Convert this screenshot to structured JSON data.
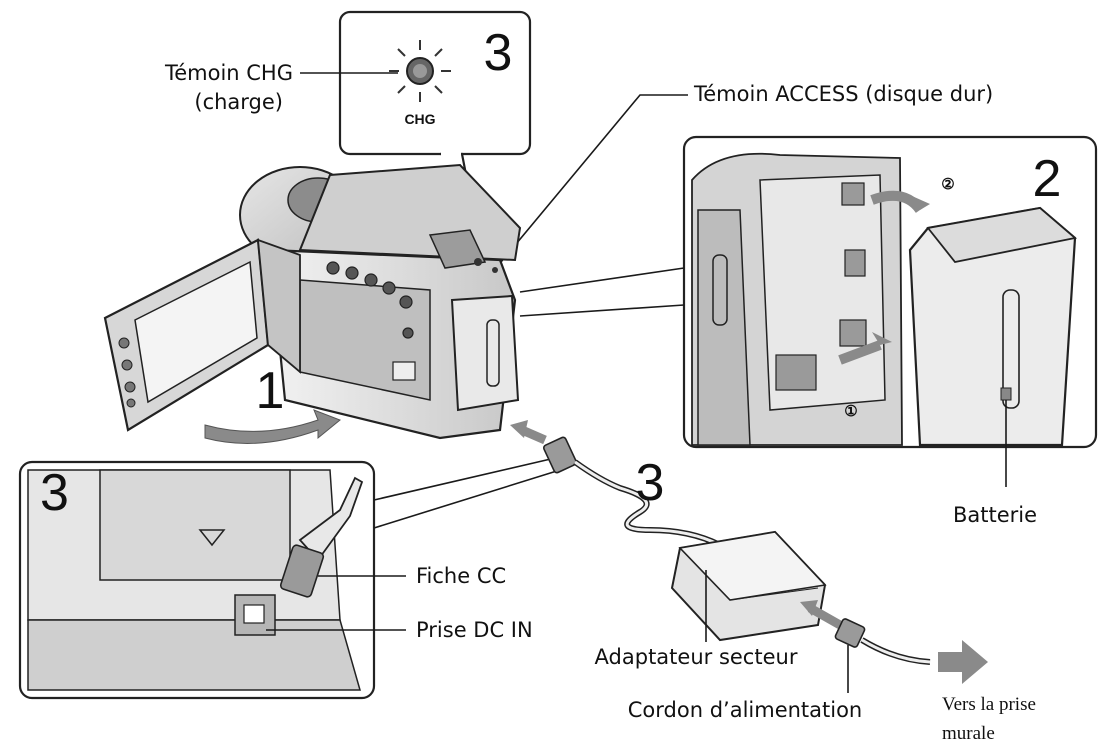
{
  "labels": {
    "chg_indicator": "Témoin CHG",
    "chg_indicator_sub": "(charge)",
    "chg_lamp": "CHG",
    "access_indicator": "Témoin ACCESS (disque dur)",
    "battery": "Batterie",
    "dc_plug": "Fiche CC",
    "dc_in_jack": "Prise DC IN",
    "ac_adaptor": "Adaptateur secteur",
    "power_cord": "Cordon d’alimentation",
    "to_wall_outlet_1": "Vers la prise",
    "to_wall_outlet_2": "murale"
  },
  "steps": {
    "open_lcd": "1",
    "insert_battery": "2",
    "charge_lamp": "3",
    "connect_jack": "3",
    "connect_adaptor": "3",
    "sub_step_1": "①",
    "sub_step_2": "②"
  },
  "colors": {
    "outline": "#222222",
    "body_fill": "#d9d9d9",
    "arrow": "#8a8a8a",
    "text": "#111111"
  }
}
